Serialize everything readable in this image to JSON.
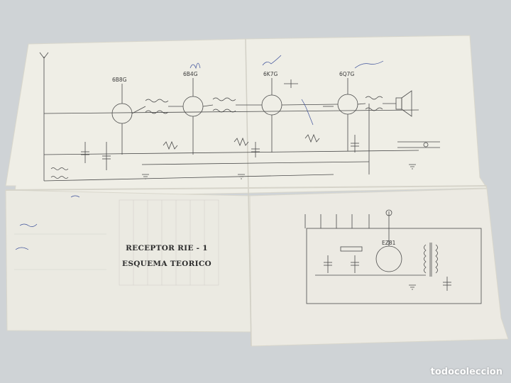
{
  "document": {
    "title_line_1": "RECEPTOR RIE - 1",
    "title_line_2": "ESQUEMA TEORICO",
    "tubes": [
      {
        "label": "6B8G"
      },
      {
        "label": "6B4G"
      },
      {
        "label": "6K7G"
      },
      {
        "label": "6Q7G"
      },
      {
        "label": "EZ81"
      }
    ]
  },
  "watermark": {
    "text": "todocoleccion"
  },
  "colors": {
    "paper": "#efeee6",
    "ink": "#4a4a4a",
    "handwriting": "#3b4f9a"
  }
}
